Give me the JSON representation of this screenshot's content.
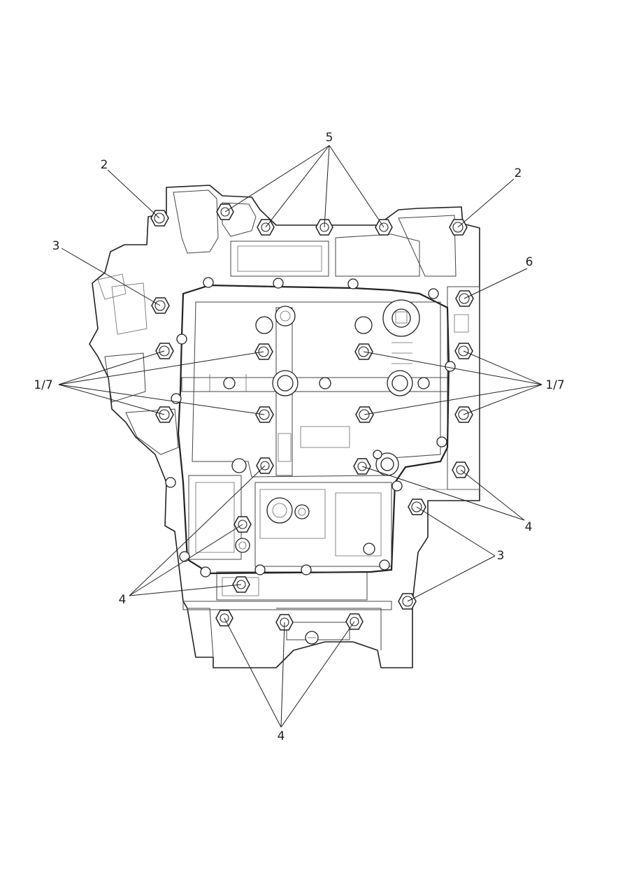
{
  "callouts": [
    {
      "id": "c5",
      "text": "5"
    },
    {
      "id": "c2l",
      "text": "2"
    },
    {
      "id": "c2r",
      "text": "2"
    },
    {
      "id": "c6",
      "text": "6"
    },
    {
      "id": "c3l",
      "text": "3"
    },
    {
      "id": "c17l",
      "text": "1/7"
    },
    {
      "id": "c17r",
      "text": "1/7"
    },
    {
      "id": "c4r",
      "text": "4"
    },
    {
      "id": "c3r",
      "text": "3"
    },
    {
      "id": "c4l",
      "text": "4"
    },
    {
      "id": "c4b",
      "text": "4"
    }
  ]
}
